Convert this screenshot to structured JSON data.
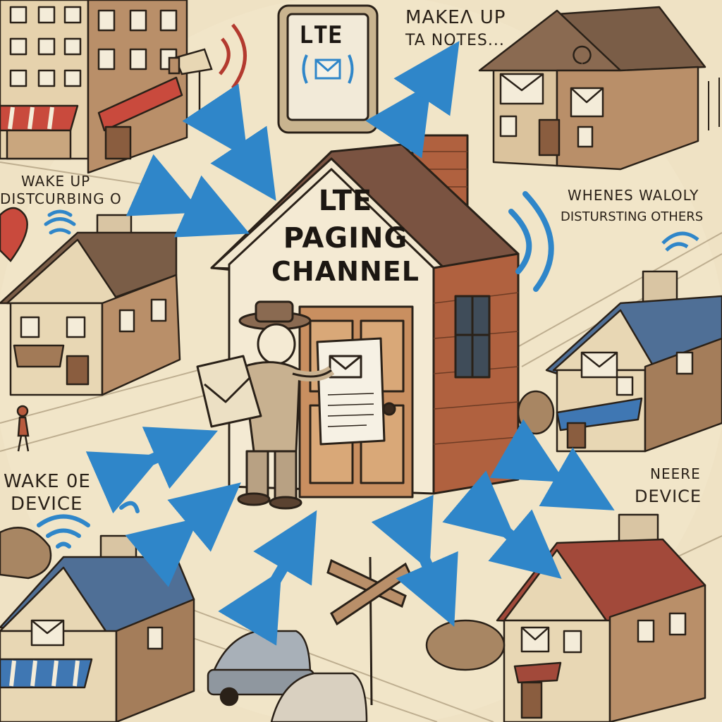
{
  "phone": {
    "screen_text": "LTE"
  },
  "center": {
    "line1": "LTE",
    "line2": "PAGING",
    "line3": "CHANNEL"
  },
  "labels": {
    "top_right_1": "MAKEɅ UP",
    "top_right_2": "TA NOTES...",
    "left_1": "WAKE   UP",
    "left_2": "DISTCURBING O",
    "right_1": "WHENES WALOLY",
    "right_2": "DISTURSTING OTHERS",
    "bottom_left_1": "WAKE 0E",
    "bottom_left_2": "DEVICE",
    "bottom_right_1": "NEERE",
    "bottom_right_2": "DEVICE"
  },
  "colors": {
    "paper": "#efe2c4",
    "ink": "#2a2118",
    "arrow": "#2f86c9",
    "wood": "#9b6a43",
    "brick": "#9c5a3c",
    "roof_brown": "#6e4a33",
    "roof_blue": "#4f6f96",
    "roof_red": "#a2493a"
  }
}
